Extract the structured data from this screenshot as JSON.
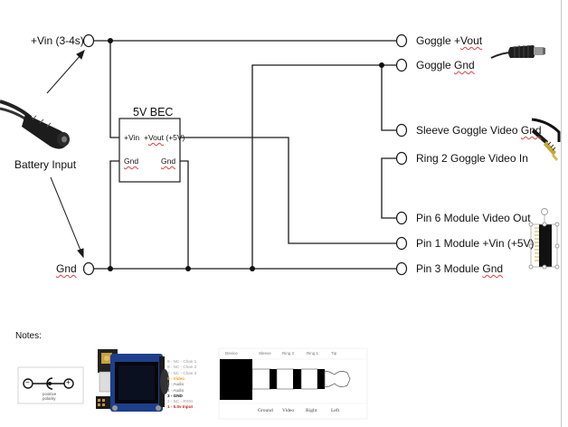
{
  "diagram": {
    "left_terminals": {
      "vin": "+Vin (3-4s)",
      "gnd": "Gnd"
    },
    "battery_label": "Battery Input",
    "bec": {
      "title": "5V BEC",
      "pin_vin": "+Vin",
      "pin_vout_prefix": "+",
      "pin_vout_word": "Vout",
      "pin_vout_suffix": " (+5V)",
      "pin_gnd_left": "Gnd",
      "pin_gnd_right": "Gnd"
    },
    "right_terminals": [
      {
        "id": "goggle-vout",
        "text_a": "Goggle +",
        "text_b": "Vout",
        "squiggle": true
      },
      {
        "id": "goggle-gnd",
        "text_a": "Goggle ",
        "text_b": "Gnd",
        "squiggle": true
      },
      {
        "id": "sleeve-video-gnd",
        "text_a": "Sleeve Goggle Video ",
        "text_b": "Gnd",
        "squiggle": true
      },
      {
        "id": "ring2-video-in",
        "text_a": "Ring 2 Goggle Video In",
        "text_b": "",
        "squiggle": false
      },
      {
        "id": "pin6-video-out",
        "text_a": "Pin 6 Module Video Out",
        "text_b": "",
        "squiggle": false
      },
      {
        "id": "pin1-vin",
        "text_a": "Pin 1 Module +Vin (+5V)",
        "text_b": "",
        "squiggle": false
      },
      {
        "id": "pin3-gnd",
        "text_a": "Pin 3 Module ",
        "text_b": "Gnd",
        "squiggle": true
      }
    ],
    "images": {
      "battery_connector": "dc-barrel-female-cable",
      "goggle_power_plug": "dc-barrel-male-plug",
      "av_plug": "3.5mm-4-pole-trrs-plug",
      "module_header": "pin-header-strip"
    }
  },
  "notes": {
    "title": "Notes:",
    "polarity": {
      "minus": "−",
      "plus": "+",
      "caption_line1": "positive",
      "caption_line2": "polarity"
    },
    "module_pinout": [
      {
        "text": "9 - NC - Chan 1",
        "color": "#9a9a9a",
        "bold": false
      },
      {
        "text": "8 - NC - Chan 2",
        "color": "#9a9a9a",
        "bold": false
      },
      {
        "text": "7 - NC - Chan 3",
        "color": "#9a9a9a",
        "bold": false
      },
      {
        "text": "6 - Video",
        "color": "#e8a21a",
        "bold": true
      },
      {
        "text": "5 - Audio",
        "color": "#666666",
        "bold": false
      },
      {
        "text": "4 - Audio",
        "color": "#666666",
        "bold": false
      },
      {
        "text": "3 - GND",
        "color": "#111111",
        "bold": true
      },
      {
        "text": "2 - NC - RSSI",
        "color": "#9a9a9a",
        "bold": false
      },
      {
        "text": "1 - 5.0v Input",
        "color": "#d42020",
        "bold": true
      }
    ],
    "trrs_jack": {
      "headers": [
        "Device",
        "Sleeve",
        "Ring 2",
        "Ring 1",
        "Tip"
      ],
      "footers": [
        "Ground",
        "Video",
        "Right",
        "Left"
      ]
    }
  }
}
